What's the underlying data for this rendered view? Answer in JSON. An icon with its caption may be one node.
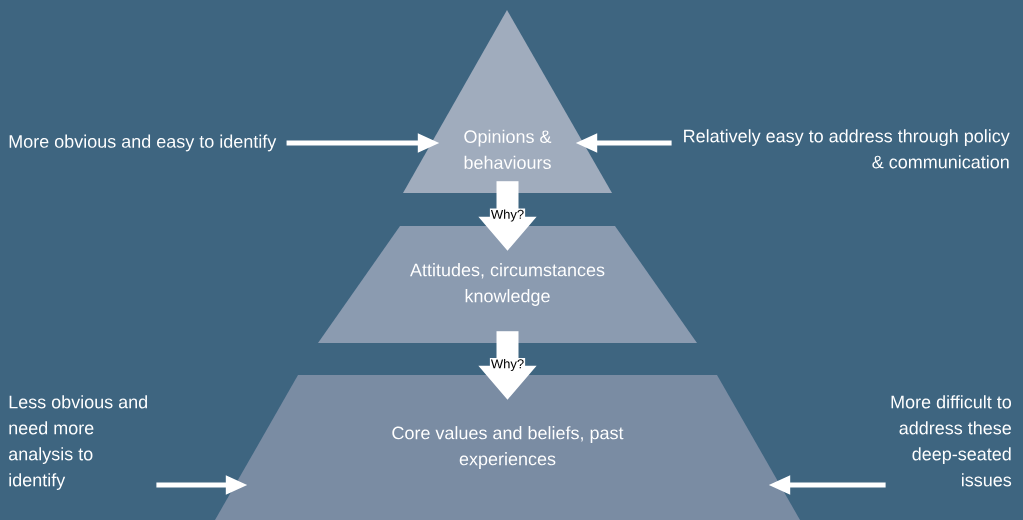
{
  "diagram": {
    "nodes": [
      {
        "text": [
          "Opinions & behaviours"
        ]
      },
      {
        "text": [
          "Attitudes, circumstances knowledge"
        ]
      },
      {
        "text": [
          "Core values and beliefs, past experiences"
        ]
      },
      {
        "text": [
          "More obvious and easy to identify"
        ]
      },
      {
        "text": [
          "Relatively easy to address through policy & communication"
        ]
      },
      {
        "text": [
          "Less obvious and need more analysis to identify"
        ]
      },
      {
        "text": [
          "More difficult to address these deep-seated issues"
        ]
      }
    ],
    "edges": [
      {
        "from": 0,
        "to": 1,
        "arrow": "to",
        "label": "Why?",
        "style": "thick"
      },
      {
        "from": 1,
        "to": 2,
        "arrow": "to",
        "label": "Why?",
        "style": "thick"
      },
      {
        "from": 3,
        "to": 0,
        "arrow": "to"
      },
      {
        "from": 4,
        "to": 0,
        "arrow": "to"
      },
      {
        "from": 5,
        "to": 2,
        "arrow": "to"
      },
      {
        "from": 6,
        "to": 2,
        "arrow": "to"
      }
    ]
  }
}
